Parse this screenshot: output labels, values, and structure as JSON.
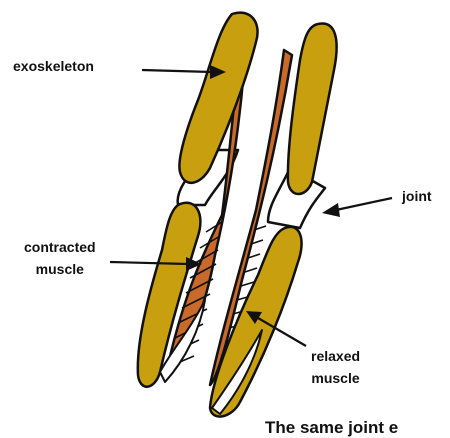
{
  "labels": {
    "exoskeleton": "exoskeleton",
    "contracted_line1": "contracted",
    "contracted_line2": "muscle",
    "joint": "joint",
    "relaxed_line1": "relaxed",
    "relaxed_line2": "muscle",
    "caption": "The same joint e"
  },
  "colors": {
    "exoskeleton_fill": "#C8A00F",
    "muscle_fill": "#C96A2A",
    "outline": "#111111",
    "background": "#FFFFFF"
  }
}
